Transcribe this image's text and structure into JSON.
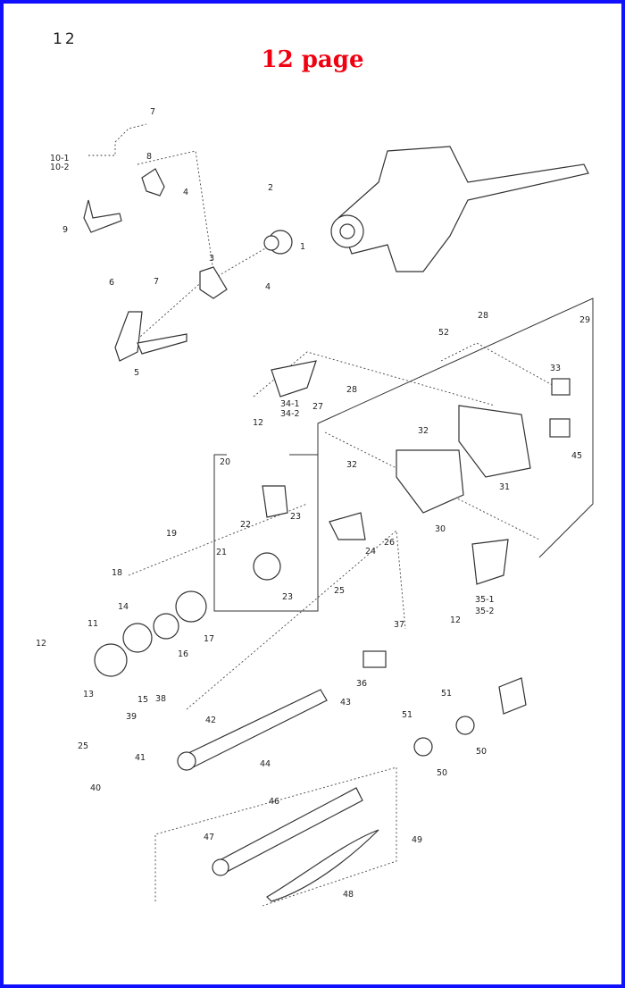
{
  "page_number": "12",
  "title": "12 page",
  "callouts": [
    "7",
    "10-1",
    "10-2",
    "8",
    "4",
    "2",
    "9",
    "1",
    "3",
    "6",
    "7",
    "4",
    "5",
    "28",
    "52",
    "29",
    "33",
    "34-1",
    "34-2",
    "12",
    "28",
    "27",
    "32",
    "45",
    "31",
    "20",
    "32",
    "30",
    "22",
    "23",
    "19",
    "21",
    "24",
    "26",
    "25",
    "23",
    "18",
    "14",
    "35-1",
    "35-2",
    "12",
    "11",
    "17",
    "16",
    "37",
    "12",
    "13",
    "15",
    "36",
    "38",
    "51",
    "43",
    "42",
    "39",
    "51",
    "25",
    "50",
    "41",
    "44",
    "50",
    "40",
    "46",
    "47",
    "49",
    "48"
  ]
}
